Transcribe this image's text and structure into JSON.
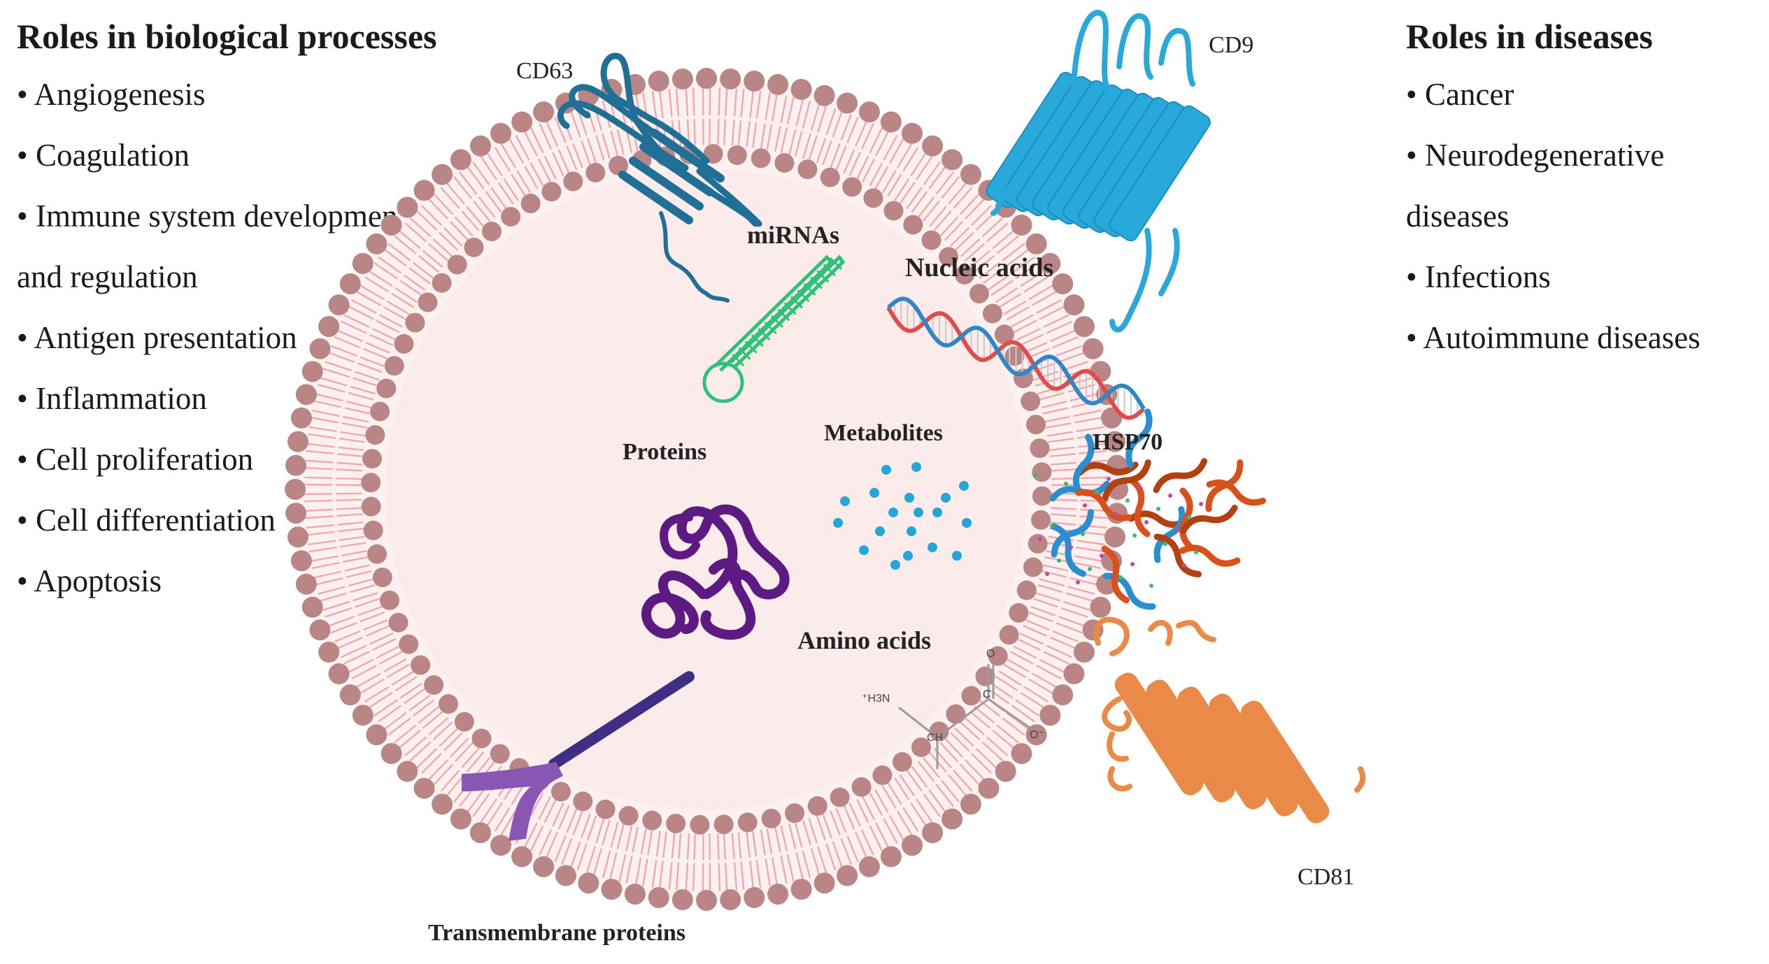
{
  "left_panel": {
    "title": "Roles in biological processes",
    "items": [
      "• Angiogenesis",
      "• Coagulation",
      "• Immune system development",
      "and regulation",
      "• Antigen presentation",
      "• Inflammation",
      "• Cell proliferation",
      "• Cell differentiation",
      "• Apoptosis"
    ]
  },
  "right_panel": {
    "title": "Roles in diseases",
    "items": [
      "• Cancer",
      "• Neurodegenerative",
      "diseases",
      "• Infections",
      "• Autoimmune diseases"
    ]
  },
  "labels": {
    "cd63": "CD63",
    "cd9": "CD9",
    "cd81": "CD81",
    "mirnas": "miRNAs",
    "nucleic_acids": "Nucleic acids",
    "proteins": "Proteins",
    "metabolites": "Metabolites",
    "hsp70": "HSP70",
    "amino_acids": "Amino acids",
    "transmembrane": "Transmembrane proteins"
  },
  "amino_acid_structure": {
    "amine": "⁺H3N",
    "alpha_carbon": "CH",
    "carbonyl_o": "O",
    "carboxyl_c": "C",
    "oxide_o": "O⁻"
  },
  "colors": {
    "membrane_head": "#b98585",
    "lipid_tail": "#f0a8ac",
    "lumen": "#fcebeb",
    "cd63": "#1f6f96",
    "cd9": "#29a9da",
    "cd81": "#e98a48",
    "mirna": "#2fc07a",
    "dna_red": "#e04b4b",
    "dna_blue": "#2f86c8",
    "protein": "#5c1a82",
    "metabolite": "#22a8d8",
    "transmembrane_stick": "#3e2f84",
    "transmembrane_y": "#8a56b4"
  }
}
